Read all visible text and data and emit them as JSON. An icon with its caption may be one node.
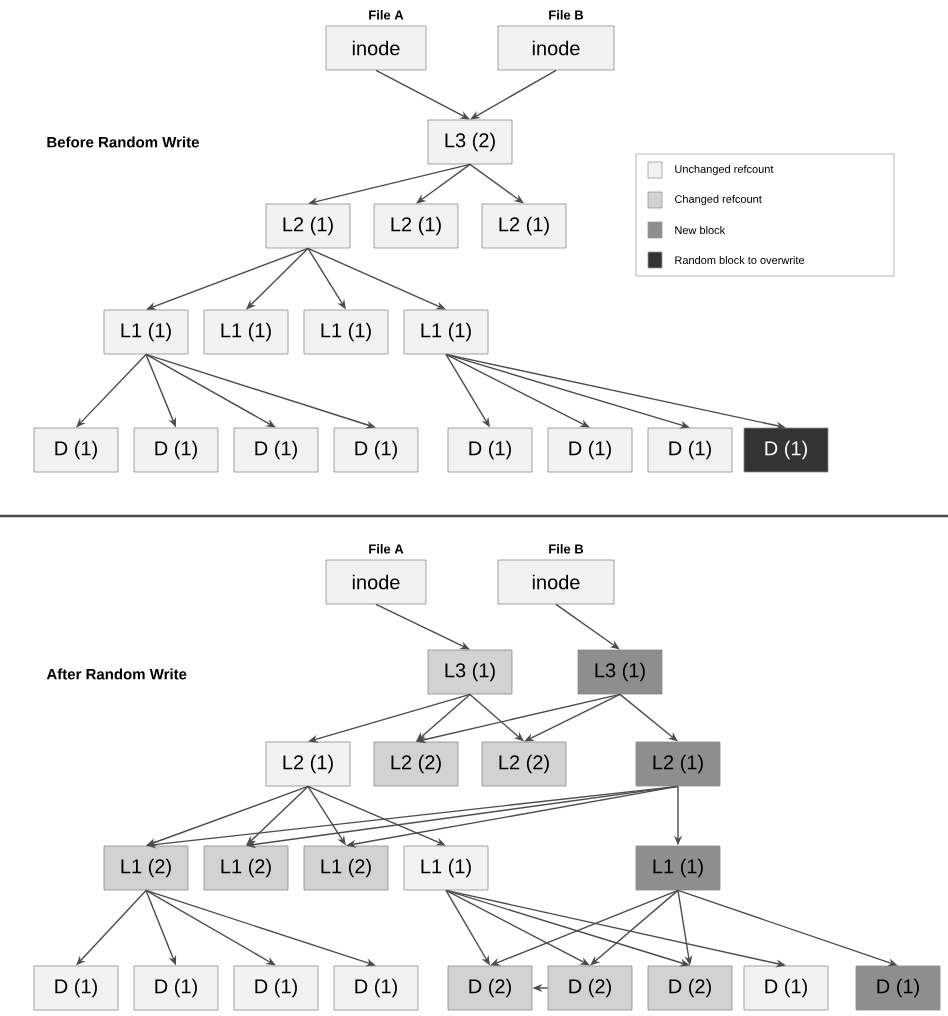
{
  "diagram": {
    "nodes": [
      {
        "text": [
          "inode"
        ],
        "beside": [
          "File A"
        ]
      },
      {
        "text": [
          "inode"
        ],
        "beside": [
          "File B"
        ]
      },
      {
        "text": [
          "L3 (2)"
        ]
      },
      {
        "text": [
          "L2 (1)"
        ]
      },
      {
        "text": [
          "L2 (1)"
        ]
      },
      {
        "text": [
          "L2 (1)"
        ]
      },
      {
        "text": [
          "L1 (1)"
        ]
      },
      {
        "text": [
          "L1 (1)"
        ]
      },
      {
        "text": [
          "L1 (1)"
        ]
      },
      {
        "text": [
          "L1 (1)"
        ]
      },
      {
        "text": [
          "D (1)"
        ]
      },
      {
        "text": [
          "D (1)"
        ]
      },
      {
        "text": [
          "D (1)"
        ]
      },
      {
        "text": [
          "D (1)"
        ]
      },
      {
        "text": [
          "D (1)"
        ]
      },
      {
        "text": [
          "D (1)"
        ]
      },
      {
        "text": [
          "D (1)"
        ]
      },
      {
        "text": [
          "D (1)"
        ]
      },
      {
        "text": [
          "inode"
        ],
        "beside": [
          "File A"
        ]
      },
      {
        "text": [
          "inode"
        ],
        "beside": [
          "File B"
        ]
      },
      {
        "text": [
          "L3 (1)"
        ]
      },
      {
        "text": [
          "L3 (1)"
        ]
      },
      {
        "text": [
          "L2 (1)"
        ]
      },
      {
        "text": [
          "L2 (2)"
        ]
      },
      {
        "text": [
          "L2 (2)"
        ]
      },
      {
        "text": [
          "L2 (1)"
        ]
      },
      {
        "text": [
          "L1 (2)"
        ]
      },
      {
        "text": [
          "L1 (2)"
        ]
      },
      {
        "text": [
          "L1 (2)"
        ]
      },
      {
        "text": [
          "L1 (1)"
        ]
      },
      {
        "text": [
          "L1 (1)"
        ]
      },
      {
        "text": [
          "D (1)"
        ]
      },
      {
        "text": [
          "D (1)"
        ]
      },
      {
        "text": [
          "D (1)"
        ]
      },
      {
        "text": [
          "D (1)"
        ]
      },
      {
        "text": [
          "D (2)"
        ]
      },
      {
        "text": [
          "D (2)"
        ]
      },
      {
        "text": [
          "D (2)"
        ]
      },
      {
        "text": [
          "D (1)"
        ]
      },
      {
        "text": [
          "D (1)"
        ]
      }
    ],
    "edges": [
      {
        "from": 0,
        "to": 2,
        "arrow": "to"
      },
      {
        "from": 1,
        "to": 2,
        "arrow": "to"
      },
      {
        "from": 2,
        "to": 3,
        "arrow": "to"
      },
      {
        "from": 2,
        "to": 4,
        "arrow": "to"
      },
      {
        "from": 2,
        "to": 5,
        "arrow": "to"
      },
      {
        "from": 3,
        "to": 6,
        "arrow": "to"
      },
      {
        "from": 3,
        "to": 7,
        "arrow": "to"
      },
      {
        "from": 3,
        "to": 8,
        "arrow": "to"
      },
      {
        "from": 3,
        "to": 9,
        "arrow": "to"
      },
      {
        "from": 6,
        "to": 10,
        "arrow": "to"
      },
      {
        "from": 6,
        "to": 11,
        "arrow": "to"
      },
      {
        "from": 6,
        "to": 12,
        "arrow": "to"
      },
      {
        "from": 6,
        "to": 13,
        "arrow": "to"
      },
      {
        "from": 9,
        "to": 14,
        "arrow": "to"
      },
      {
        "from": 9,
        "to": 15,
        "arrow": "to"
      },
      {
        "from": 9,
        "to": 16,
        "arrow": "to"
      },
      {
        "from": 9,
        "to": 17,
        "arrow": "to"
      },
      {
        "from": 18,
        "to": 20,
        "arrow": "to"
      },
      {
        "from": 19,
        "to": 21,
        "arrow": "to"
      },
      {
        "from": 20,
        "to": 22,
        "arrow": "to"
      },
      {
        "from": 20,
        "to": 23,
        "arrow": "to"
      },
      {
        "from": 20,
        "to": 24,
        "arrow": "to"
      },
      {
        "from": 21,
        "to": 23,
        "arrow": "to"
      },
      {
        "from": 21,
        "to": 24,
        "arrow": "to"
      },
      {
        "from": 21,
        "to": 25,
        "arrow": "to"
      },
      {
        "from": 22,
        "to": 26,
        "arrow": "to"
      },
      {
        "from": 22,
        "to": 27,
        "arrow": "to"
      },
      {
        "from": 22,
        "to": 28,
        "arrow": "to"
      },
      {
        "from": 22,
        "to": 29,
        "arrow": "to"
      },
      {
        "from": 25,
        "to": 26,
        "arrow": "to"
      },
      {
        "from": 25,
        "to": 27,
        "arrow": "to"
      },
      {
        "from": 25,
        "to": 28,
        "arrow": "to"
      },
      {
        "from": 25,
        "to": 30,
        "arrow": "to"
      },
      {
        "from": 26,
        "to": 31,
        "arrow": "to"
      },
      {
        "from": 26,
        "to": 32,
        "arrow": "to"
      },
      {
        "from": 26,
        "to": 33,
        "arrow": "to"
      },
      {
        "from": 26,
        "to": 34,
        "arrow": "to"
      },
      {
        "from": 29,
        "to": 35,
        "arrow": "to"
      },
      {
        "from": 29,
        "to": 36,
        "arrow": "to"
      },
      {
        "from": 29,
        "to": 37,
        "arrow": "to"
      },
      {
        "from": 29,
        "to": 38,
        "arrow": "to"
      },
      {
        "from": 30,
        "to": 35,
        "arrow": "to"
      },
      {
        "from": 30,
        "to": 36,
        "arrow": "to"
      },
      {
        "from": 30,
        "to": 37,
        "arrow": "to"
      },
      {
        "from": 30,
        "to": 39,
        "arrow": "to"
      },
      {
        "from": 36,
        "to": 35,
        "arrow": "to"
      }
    ],
    "labels": [
      "Before Random Write",
      "After Random Write"
    ],
    "legend": [
      {
        "text": "Unchanged refcount",
        "color": "#f2f2f2"
      },
      {
        "text": "Changed refcount",
        "color": "#d2d2d2"
      },
      {
        "text": "New block",
        "color": "#8e8e8e"
      },
      {
        "text": "Random block to overwrite",
        "color": "#333333"
      }
    ]
  }
}
